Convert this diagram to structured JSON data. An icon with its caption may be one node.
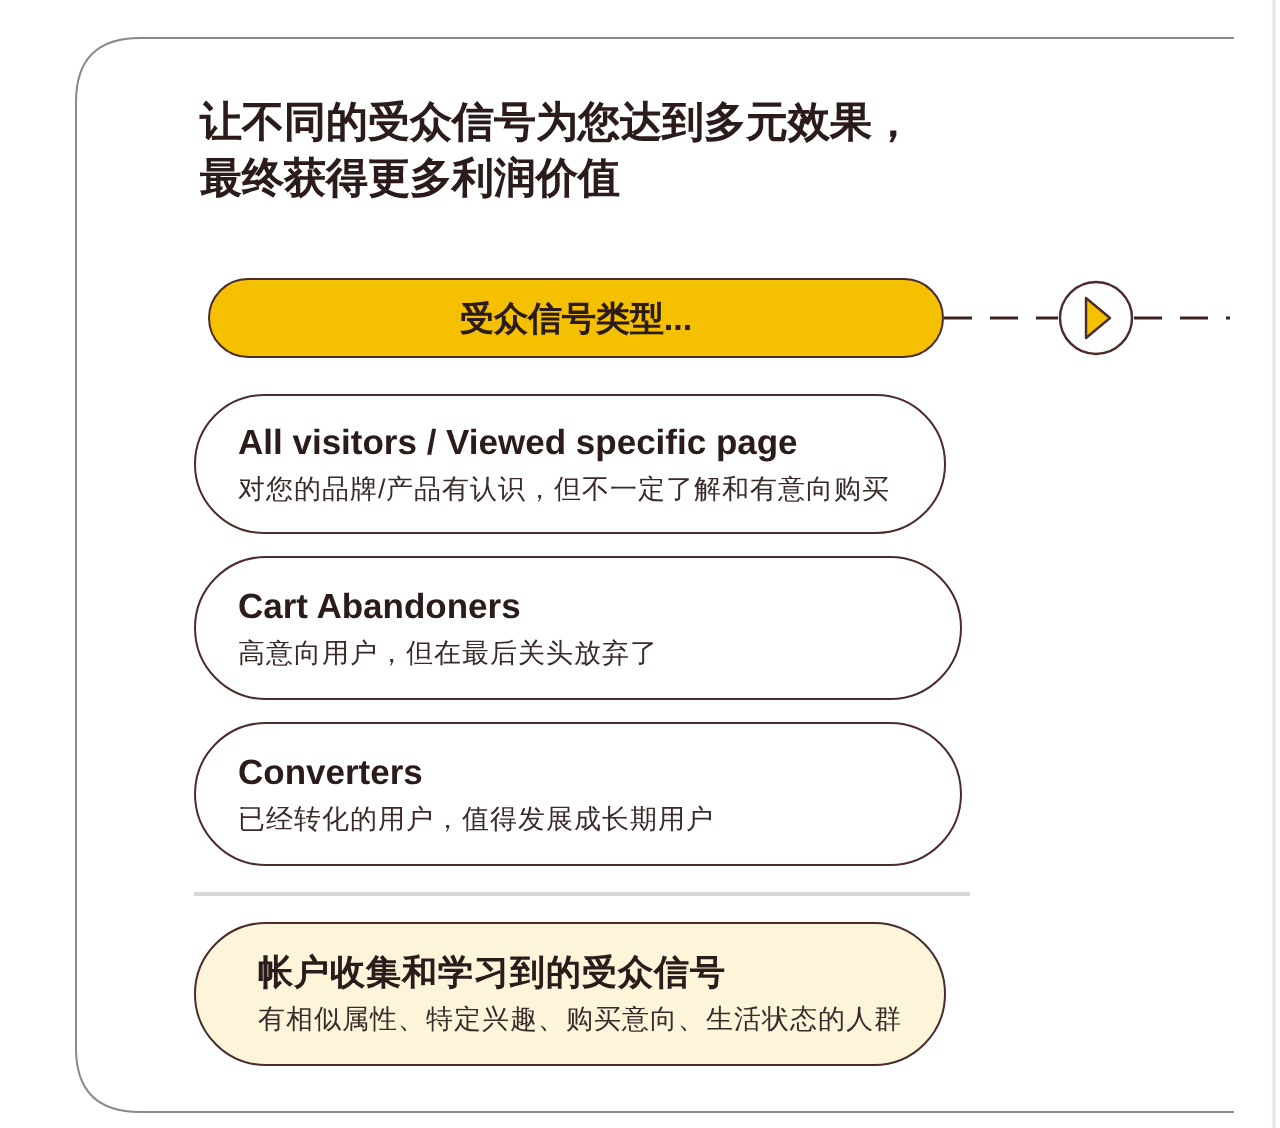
{
  "diagram": {
    "title": "让不同的受众信号为您达到多元效果，最终获得更多利润价值",
    "nodes": [
      {
        "text": [
          "受众信号类型..."
        ]
      },
      {
        "text": [],
        "shape": "circle"
      },
      {
        "text": [
          "All visitors / Viewed specific page",
          "对您的品牌/产品有认识，但不一定了解和有意向购买"
        ]
      },
      {
        "text": [
          "Cart Abandoners",
          "高意向用户，但在最后关头放弃了"
        ]
      },
      {
        "text": [
          "Converters",
          "已经转化的用户，值得发展成长期用户"
        ]
      },
      {
        "text": [
          "帐户收集和学习到的受众信号",
          "有相似属性、特定兴趣、购买意向、生活状态的人群"
        ]
      }
    ],
    "edges": [
      {
        "from": 0,
        "to": 1,
        "arrow": "none",
        "style": "dashed"
      },
      {
        "from": 1,
        "to": null,
        "arrow": "none",
        "style": "dashed"
      }
    ]
  }
}
